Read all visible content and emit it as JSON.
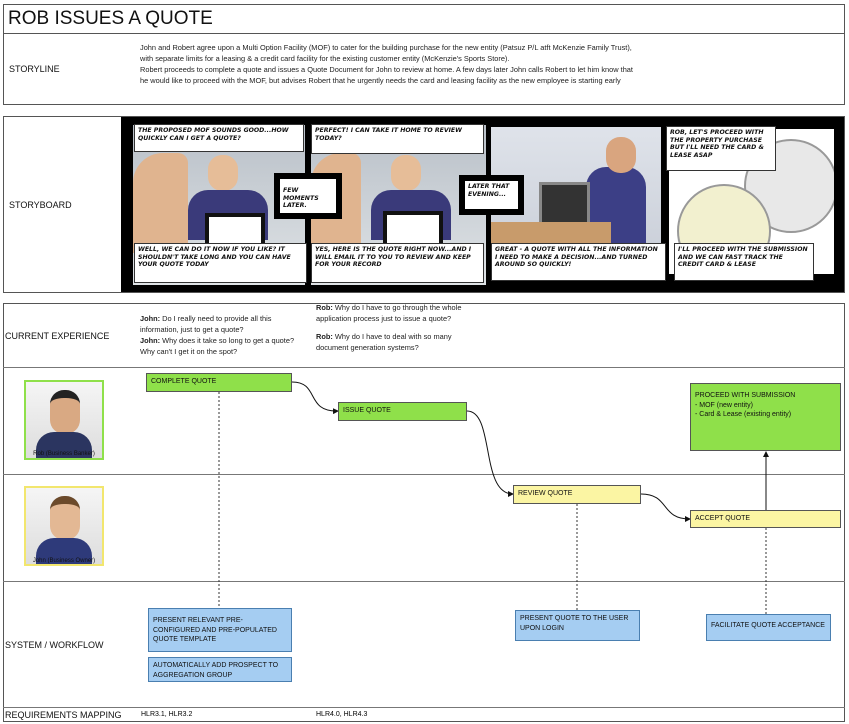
{
  "title": "ROB ISSUES A QUOTE",
  "rows": {
    "storyline": "STORYLINE",
    "storyboard": "STORYBOARD",
    "current": "CURRENT EXPERIENCE",
    "system": "SYSTEM / WORKFLOW",
    "requirements": "REQUIREMENTS MAPPING"
  },
  "storyline": [
    "John and Robert agree upon a Multi Option Facility (MOF) to cater for the building purchase for the new entity (Patsuz P/L atft McKenzie Family Trust),",
    "with separate limits for a leasing & a credit card facility for the existing customer entity (McKenzie's Sports Store).",
    "Robert proceeds to complete a quote and issues a Quote Document for John to review at home.  A few days later John calls Robert to let him know that",
    "he would like to proceed with the MOF, but advises Robert that he urgently needs the card and leasing facility as the new employee is starting early"
  ],
  "storyboard": {
    "p1_top": "THE PROPOSED MOF SOUNDS GOOD...HOW QUICKLY CAN I GET A QUOTE?",
    "p1_bottom": "WELL, WE CAN DO IT NOW IF YOU LIKE? IT SHOULDN'T TAKE LONG AND YOU CAN HAVE YOUR QUOTE TODAY",
    "cap1": "FEW MOMENTS LATER.",
    "p2_top": "PERFECT! I CAN TAKE IT HOME TO REVIEW TODAY?",
    "p2_bottom": "YES, HERE IS THE QUOTE RIGHT NOW...AND I WILL EMAIL IT TO YOU TO REVIEW AND KEEP FOR YOUR RECORD",
    "cap2": "LATER THAT EVENING...",
    "p3_bottom": "GREAT - A QUOTE WITH ALL THE INFORMATION I NEED TO MAKE A DECISION...AND TURNED AROUND SO QUICKLY!",
    "p4_top": "ROB, LET'S PROCEED WITH THE PROPERTY PURCHASE BUT I'LL NEED THE CARD & LEASE ASAP",
    "p4_bottom": "I'LL PROCEED WITH THE SUBMISSION AND WE CAN FAST TRACK THE CREDIT CARD & LEASE"
  },
  "current": {
    "john1_who": "John:",
    "john1": " Do I really need to provide all this information, just to get a quote?",
    "john2_who": "John:",
    "john2": " Why does it take so long to get a quote? Why can't I get it on the spot?",
    "rob1_who": "Rob:",
    "rob1": " Why do I have to go through the whole application process just to issue a quote?",
    "rob2_who": "Rob:",
    "rob2": " Why do I have to deal with so many document generation systems?"
  },
  "actors": {
    "rob": "Rob (Business Banker)",
    "john": "John (Business Owner)"
  },
  "flow": {
    "complete": "COMPLETE QUOTE",
    "issue": "ISSUE QUOTE",
    "review": "REVIEW QUOTE",
    "accept": "ACCEPT QUOTE",
    "proceed_title": "PROCEED WITH SUBMISSION",
    "proceed_1": "- MOF (new entity)",
    "proceed_2": "- Card & Lease (existing entity)"
  },
  "system": {
    "s1": "PRESENT RELEVANT PRE-CONFIGURED AND PRE-POPULATED QUOTE TEMPLATE",
    "s2": "AUTOMATICALLY ADD PROSPECT TO AGGREGATION GROUP",
    "s3": "PRESENT QUOTE TO THE USER UPON LOGIN",
    "s4": "FACILITATE QUOTE ACCEPTANCE"
  },
  "requirements": {
    "r1": "HLR3.1, HLR3.2",
    "r2": "HLR4.0, HLR4.3"
  },
  "colors": {
    "green": "#8fe04a",
    "yellow": "#fbf5a3",
    "blue": "#a5cdf2"
  }
}
